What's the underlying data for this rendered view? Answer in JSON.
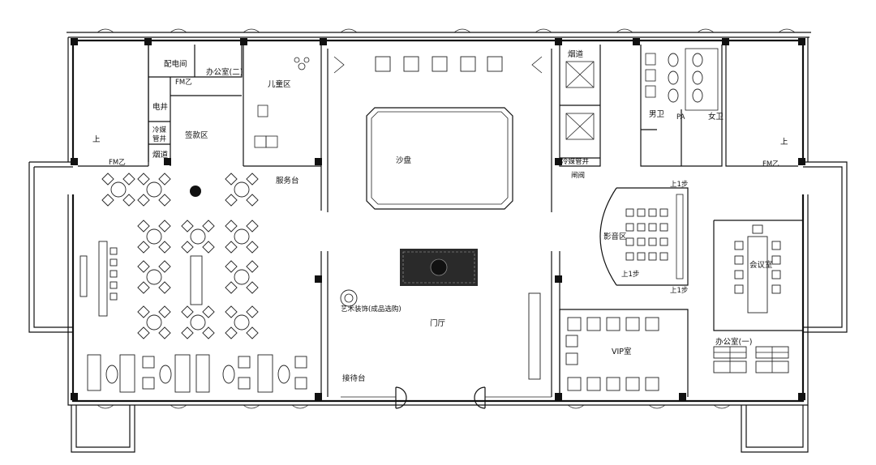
{
  "plan": {
    "rooms": {
      "power_room": "配电间",
      "office_two": "办公室(二)",
      "kids_area": "儿童区",
      "electric_shaft": "电井",
      "chiller_shaft_left": "冷媒\n管井",
      "deal_area": "签款区",
      "flue_left": "烟道",
      "stairs_left": "上",
      "fire_door_left": "FM乙",
      "fire_door_left_top": "FM乙",
      "service_desk": "服务台",
      "sand_table": "沙盘",
      "flue_right": "烟道",
      "chiller_shaft_right": "冷媒管井",
      "drain_right": "闸阀",
      "mens_wc": "男卫",
      "pa": "PA",
      "womens_wc": "女卫",
      "stairs_right": "上",
      "fire_door_right": "FM乙",
      "step_up_top": "上1步",
      "step_up_mid": "上1步",
      "step_up_bottom": "上1步",
      "cinema_area": "影音区",
      "meeting_room": "会议室",
      "art_decor": "艺术装饰(成品选购)",
      "lobby": "门厅",
      "vip_room": "VIP室",
      "office_one": "办公室(一)",
      "reception_desk": "接待台"
    }
  }
}
